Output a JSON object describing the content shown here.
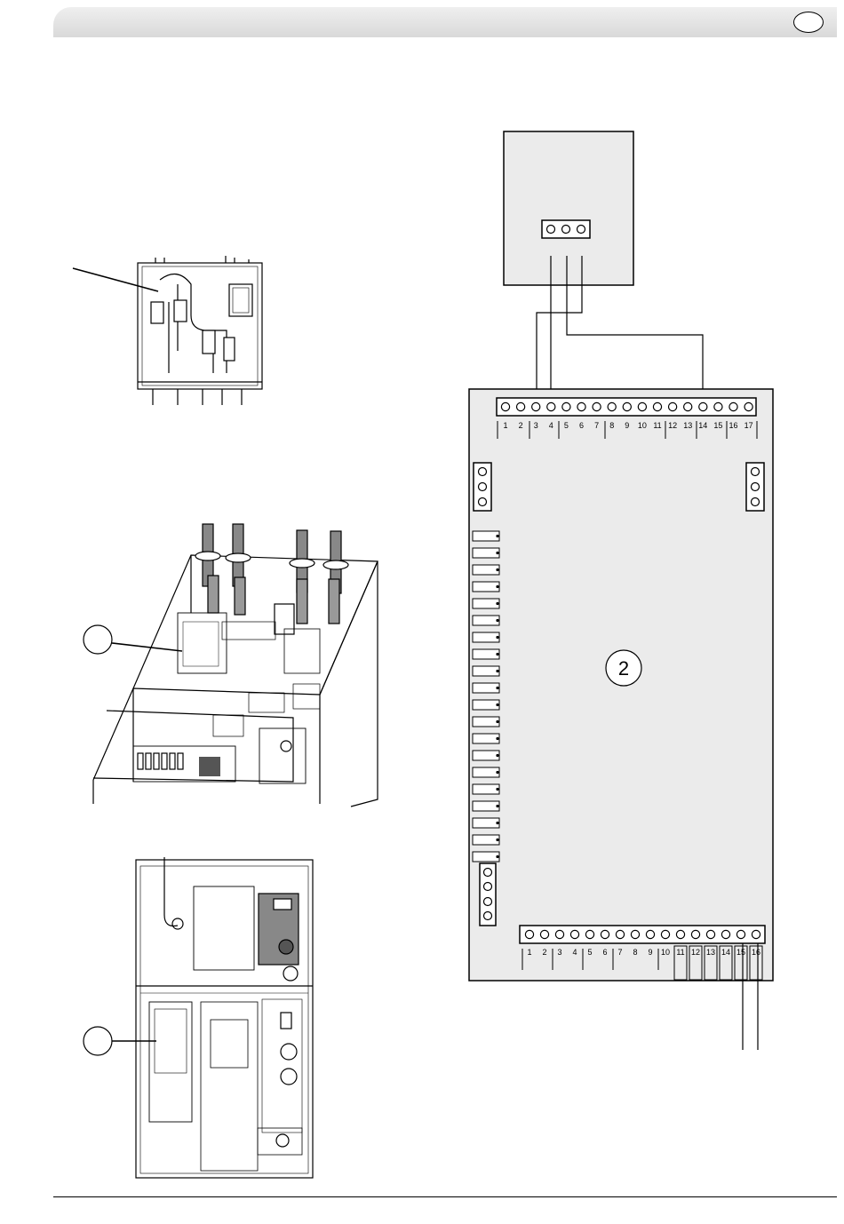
{
  "connection_diagram": {
    "board_label": "2",
    "top_terminal_numbers": [
      "1",
      "2",
      "3",
      "4",
      "5",
      "6",
      "7",
      "8",
      "9",
      "10",
      "11",
      "12",
      "13",
      "14",
      "15",
      "16",
      "17"
    ],
    "bottom_terminal_numbers": [
      "1",
      "2",
      "3",
      "4",
      "5",
      "6",
      "7",
      "8",
      "9",
      "10",
      "11",
      "12",
      "13",
      "14",
      "15",
      "16"
    ]
  },
  "colors": {
    "header": "#e4e4e4",
    "board": "#ebebeb",
    "line": "#000000"
  }
}
